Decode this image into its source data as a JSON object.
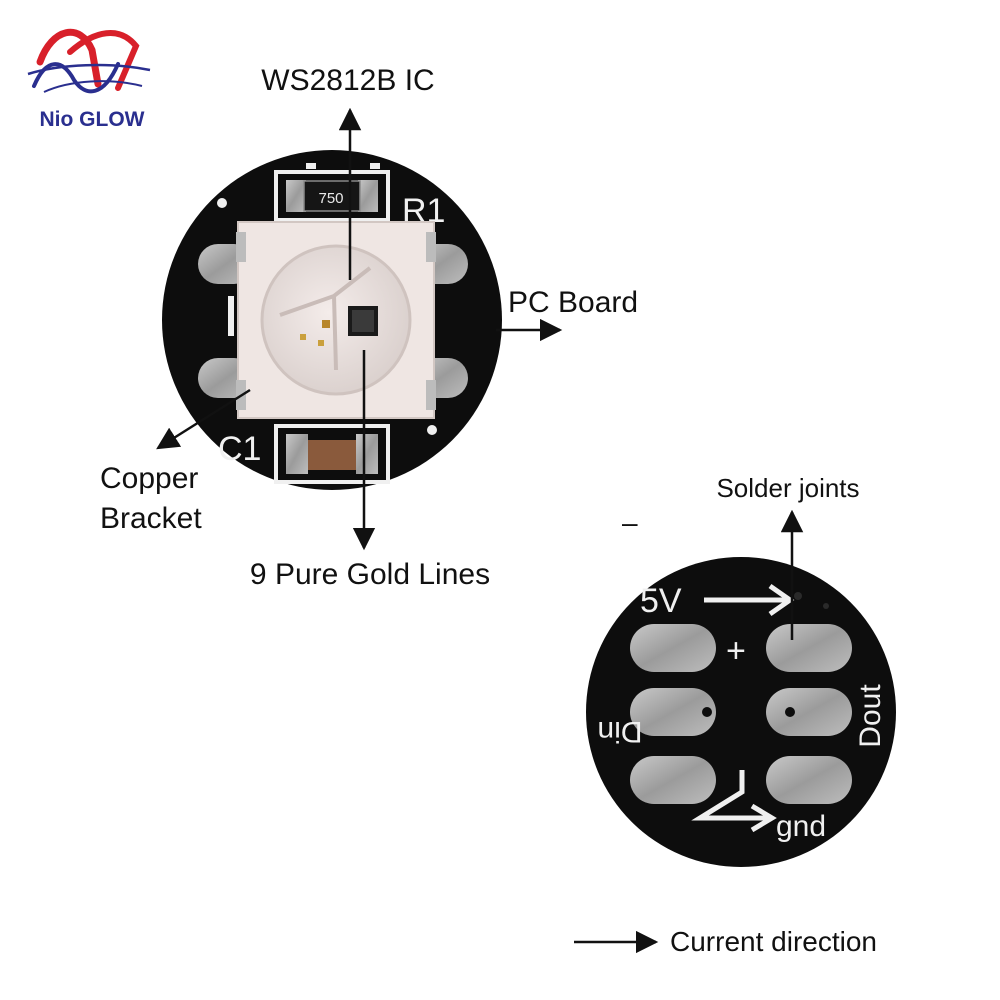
{
  "logo": {
    "brand_text": "Nio GLOW",
    "colors": {
      "red": "#d8202a",
      "blue": "#2a2f8f"
    }
  },
  "front_view": {
    "labels": {
      "ic": "WS2812B IC",
      "pc_board": "PC Board",
      "copper_bracket_line1": "Copper",
      "copper_bracket_line2": "Bracket",
      "gold_lines": "9 Pure Gold Lines"
    },
    "silkscreen": {
      "resistor_ref": "R1",
      "capacitor_ref": "C1",
      "resistor_value": "750"
    }
  },
  "back_view": {
    "labels": {
      "solder_joints": "Solder joints",
      "current_direction": "Current direction"
    },
    "silkscreen": {
      "power": "5V",
      "plus": "+",
      "din": "Din",
      "dout": "Dout",
      "ground": "gnd"
    }
  },
  "stray_mark": "–",
  "colors": {
    "board": "#0d0d0d",
    "silk": "#f0f0f0",
    "pad": "#a9a9a9",
    "led_body": "#efe6e3",
    "text": "#111111"
  }
}
